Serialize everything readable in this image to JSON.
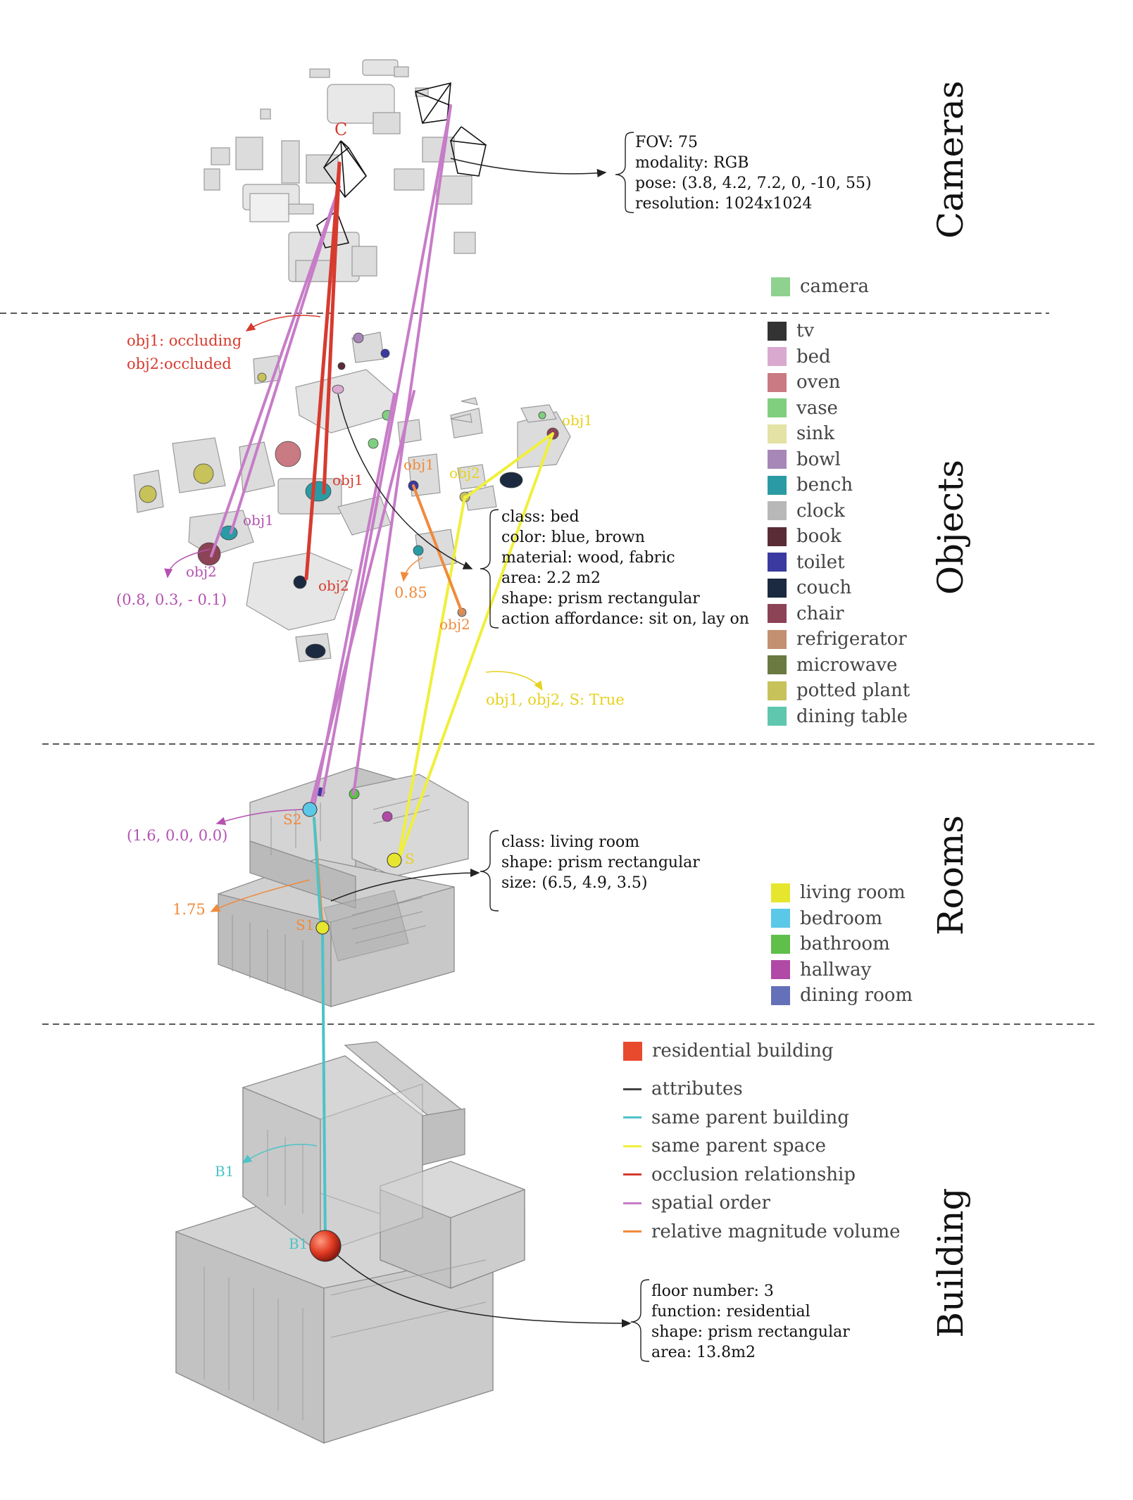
{
  "sections": {
    "cameras": "Cameras",
    "objects": "Objects",
    "rooms": "Rooms",
    "building": "Building"
  },
  "camera_attributes": {
    "fov": "FOV: 75",
    "modality": "modality: RGB",
    "pose": "pose: (3.8, 4.2, 7.2, 0, -10, 55)",
    "resolution": "resolution: 1024x1024"
  },
  "camera_label": "C",
  "camera_legend": {
    "label": "camera",
    "color": "#8fd18f"
  },
  "object_annotations": {
    "occlusion_line1": "obj1: occluding",
    "occlusion_line2": "obj2:occluded",
    "obj1_left": "obj1",
    "obj2_left": "obj2",
    "obj1_center": "obj1",
    "obj2_center": "obj2",
    "obj1_orange": "obj1",
    "obj2_orange": "obj2",
    "obj1_yellow_right": "obj1",
    "obj2_yellow": "obj2",
    "offset_value": "(0.8, 0.3, - 0.1)",
    "volume_ratio": "0.85",
    "same_space": "obj1, obj2, S: True"
  },
  "object_attributes": {
    "class": "class: bed",
    "color": "color: blue, brown",
    "material": "material: wood, fabric",
    "area": "area: 2.2 m2",
    "shape": "shape: prism rectangular",
    "affordance": "action affordance: sit on, lay on"
  },
  "object_legend": [
    {
      "label": "tv",
      "color": "#333333"
    },
    {
      "label": "bed",
      "color": "#d9a9d0"
    },
    {
      "label": "oven",
      "color": "#c97a82"
    },
    {
      "label": "vase",
      "color": "#7fcf7f"
    },
    {
      "label": "sink",
      "color": "#e4e2a4"
    },
    {
      "label": "bowl",
      "color": "#a786b8"
    },
    {
      "label": "bench",
      "color": "#2a9ba4"
    },
    {
      "label": "clock",
      "color": "#b8b8b8"
    },
    {
      "label": "book",
      "color": "#5a2c36"
    },
    {
      "label": "toilet",
      "color": "#3a3aa0"
    },
    {
      "label": "couch",
      "color": "#1b2a40"
    },
    {
      "label": "chair",
      "color": "#8c4356"
    },
    {
      "label": "refrigerator",
      "color": "#c49072"
    },
    {
      "label": "microwave",
      "color": "#6a7a40"
    },
    {
      "label": "potted plant",
      "color": "#c7c25a"
    },
    {
      "label": "dining table",
      "color": "#5fc7ad"
    }
  ],
  "room_annotations": {
    "s2": "S2",
    "s1": "S1",
    "s": "S",
    "offset_value": "(1.6, 0.0, 0.0)",
    "volume_ratio": "1.75"
  },
  "room_attributes": {
    "class": "class: living room",
    "shape": "shape: prism rectangular",
    "size": "size: (6.5, 4.9, 3.5)"
  },
  "room_legend": [
    {
      "label": "living room",
      "color": "#e6e62e"
    },
    {
      "label": "bedroom",
      "color": "#5bc8e8"
    },
    {
      "label": "bathroom",
      "color": "#5fbf4a"
    },
    {
      "label": "hallway",
      "color": "#b04aa6"
    },
    {
      "label": "dining room",
      "color": "#6470b8"
    }
  ],
  "building_annotations": {
    "b1_left": "B1",
    "b1_node": "B1"
  },
  "building_attributes": {
    "floor": "floor number: 3",
    "function": "function: residential",
    "shape": "shape: prism rectangular",
    "area": "area: 13.8m2"
  },
  "building_legend": {
    "label": "residential building",
    "color": "#e84a2e"
  },
  "edge_legend": [
    {
      "label": "attributes",
      "color": "#444444"
    },
    {
      "label": "same parent building",
      "color": "#4cc3c8"
    },
    {
      "label": "same parent space",
      "color": "#f0ef3c"
    },
    {
      "label": "occlusion relationship",
      "color": "#d63b2f"
    },
    {
      "label": "spatial order",
      "color": "#c77cc8"
    },
    {
      "label": "relative magnitude volume",
      "color": "#f08a3c"
    }
  ]
}
